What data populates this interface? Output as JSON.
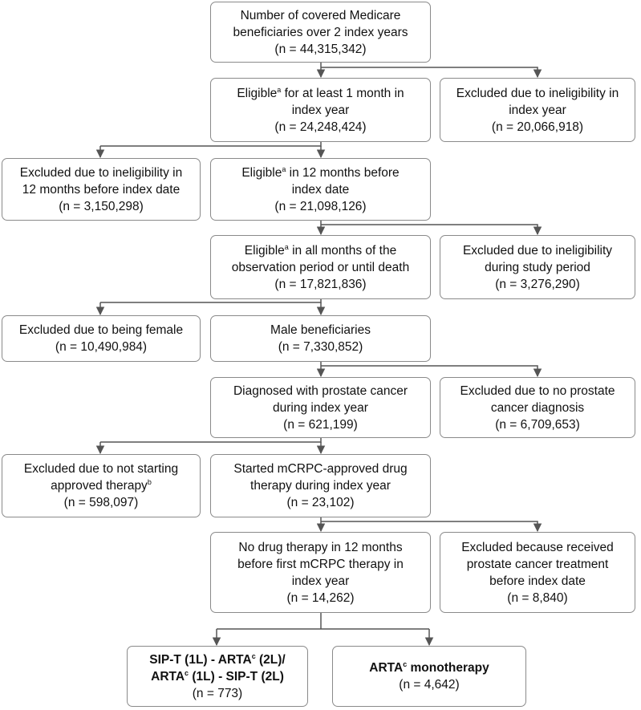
{
  "boxes": {
    "b1": {
      "lines": [
        "Number of covered Medicare",
        "beneficiaries over 2 index years",
        "(n = 44,315,342)"
      ]
    },
    "b2": {
      "l1": "Eligible",
      "sup": "a",
      "l1b": " for at least 1 month in",
      "l2": "index year",
      "l3": "(n = 24,248,424)"
    },
    "b3": {
      "lines": [
        "Excluded due to ineligibility in",
        "index year",
        "(n = 20,066,918)"
      ]
    },
    "b4": {
      "lines": [
        "Excluded due to ineligibility in",
        "12 months before index date",
        "(n = 3,150,298)"
      ]
    },
    "b5": {
      "l1": "Eligible",
      "sup": "a",
      "l1b": " in 12 months before",
      "l2": "index date",
      "l3": "(n = 21,098,126)"
    },
    "b6": {
      "l1": "Eligible",
      "sup": "a",
      "l1b": " in all months of the",
      "l2": "observation period or until death",
      "l3": "(n = 17,821,836)"
    },
    "b7": {
      "lines": [
        "Excluded due to ineligibility",
        "during study period",
        "(n = 3,276,290)"
      ]
    },
    "b8": {
      "lines": [
        "Excluded due to being female",
        "(n = 10,490,984)"
      ]
    },
    "b9": {
      "lines": [
        "Male beneficiaries",
        "(n = 7,330,852)"
      ]
    },
    "b10": {
      "lines": [
        "Diagnosed with prostate cancer",
        "during index year",
        "(n = 621,199)"
      ]
    },
    "b11": {
      "lines": [
        "Excluded due to no prostate",
        "cancer diagnosis",
        "(n = 6,709,653)"
      ]
    },
    "b12": {
      "l1": "Excluded due to not starting",
      "l2": "approved therapy",
      "sup": "b",
      "l3": "(n = 598,097)"
    },
    "b13": {
      "lines": [
        "Started mCRPC-approved drug",
        "therapy during index year",
        "(n = 23,102)"
      ]
    },
    "b14": {
      "lines": [
        "No drug therapy in 12 months",
        "before first mCRPC therapy in",
        "index year",
        "(n = 14,262)"
      ]
    },
    "b15": {
      "lines": [
        "Excluded because received",
        "prostate cancer treatment",
        "before index date",
        "(n = 8,840)"
      ]
    },
    "b16": {
      "a1": "SIP-T (1L) - ARTA",
      "sup1": "c",
      "a2": " (2L)/",
      "b1": "ARTA",
      "sup2": "c",
      "b2": " (1L) - SIP-T (2L)",
      "n": "(n = 773)"
    },
    "b17": {
      "a1": "ARTA",
      "sup": "c",
      "a2": " monotherapy",
      "n": "(n = 4,642)"
    }
  }
}
